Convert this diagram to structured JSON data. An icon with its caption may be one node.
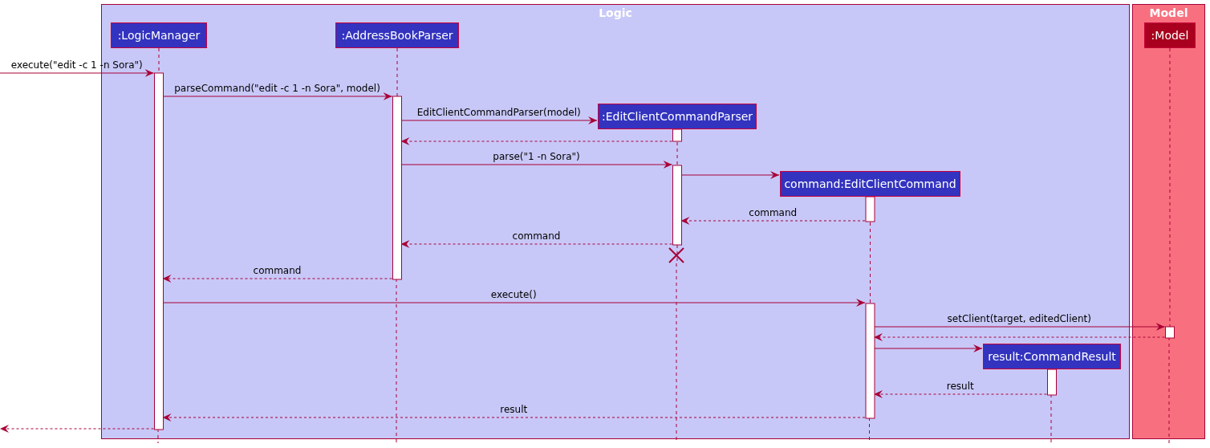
{
  "diagram": {
    "nodes": [
      {
        "text": [
          "Logic"
        ]
      },
      {
        "text": [
          "Model"
        ]
      },
      {
        "text": [
          ":LogicManager"
        ],
        "in": 0
      },
      {
        "text": [
          ":AddressBookParser"
        ],
        "in": 0
      },
      {
        "text": [
          ":EditClientCommandParser"
        ],
        "in": 0
      },
      {
        "text": [
          "command:EditClientCommand"
        ],
        "in": 0
      },
      {
        "text": [
          "result:CommandResult"
        ],
        "in": 0
      },
      {
        "text": [
          ":Model"
        ],
        "in": 1
      }
    ],
    "edges": [
      {
        "from": null,
        "to": 2,
        "arrow": "to",
        "label": "execute(\"edit -c 1 -n Sora\")"
      },
      {
        "from": 2,
        "to": 3,
        "arrow": "to",
        "label": "parseCommand(\"edit -c 1 -n Sora\", model)"
      },
      {
        "from": 3,
        "to": 4,
        "arrow": "to",
        "label": "EditClientCommandParser(model)"
      },
      {
        "from": 4,
        "to": 3,
        "arrow": "to",
        "style": "dashed"
      },
      {
        "from": 3,
        "to": 4,
        "arrow": "to",
        "label": "parse(\"1 -n Sora\")"
      },
      {
        "from": 4,
        "to": 5,
        "arrow": "to"
      },
      {
        "from": 5,
        "to": 4,
        "arrow": "to",
        "style": "dashed",
        "label": "command"
      },
      {
        "from": 4,
        "to": 3,
        "arrow": "to",
        "style": "dashed",
        "label": "command"
      },
      {
        "from": 3,
        "to": 2,
        "arrow": "to",
        "style": "dashed",
        "label": "command"
      },
      {
        "from": 2,
        "to": 5,
        "arrow": "to",
        "label": "execute()"
      },
      {
        "from": 5,
        "to": 7,
        "arrow": "to",
        "label": "setClient(target, editedClient)"
      },
      {
        "from": 7,
        "to": 5,
        "arrow": "to",
        "style": "dashed"
      },
      {
        "from": 5,
        "to": 6,
        "arrow": "to"
      },
      {
        "from": 6,
        "to": 5,
        "arrow": "to",
        "style": "dashed",
        "label": "result"
      },
      {
        "from": 5,
        "to": 2,
        "arrow": "to",
        "style": "dashed",
        "label": "result"
      },
      {
        "from": 2,
        "to": null,
        "arrow": "to",
        "style": "dashed"
      }
    ]
  }
}
